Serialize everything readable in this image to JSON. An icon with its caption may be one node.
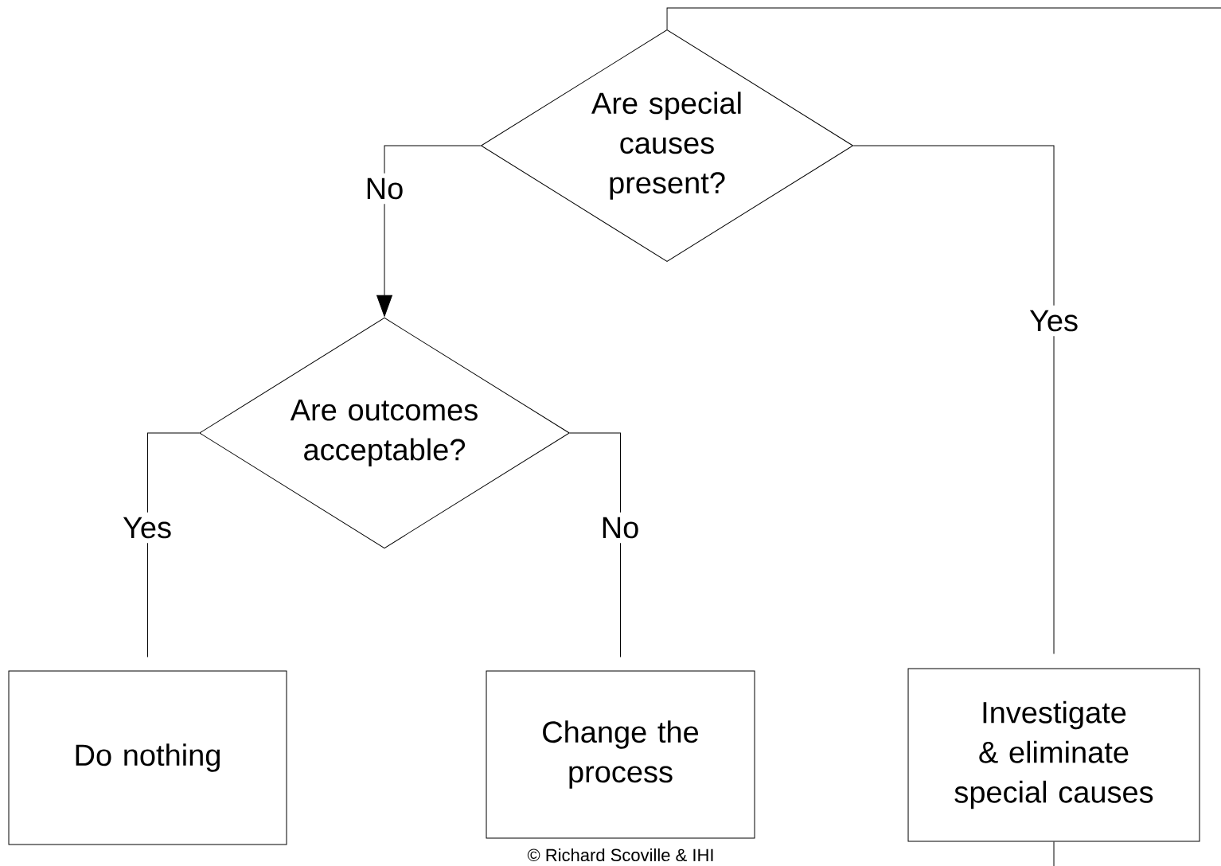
{
  "diagram": {
    "nodes": [
      {
        "text": [
          "Are special causes present?"
        ]
      },
      {
        "text": [
          "Are outcomes acceptable?"
        ]
      },
      {
        "text": [
          "Do nothing"
        ]
      },
      {
        "text": [
          "Change the process"
        ]
      },
      {
        "text": [
          "Investigate & eliminate special causes"
        ]
      }
    ],
    "edges": [
      {
        "from": null,
        "to": 0,
        "arrow": "none"
      },
      {
        "from": 0,
        "to": 1,
        "label": "No",
        "arrow": "to"
      },
      {
        "from": 0,
        "to": 4,
        "label": "Yes",
        "arrow": "none"
      },
      {
        "from": 1,
        "to": 2,
        "label": "Yes",
        "arrow": "none"
      },
      {
        "from": 1,
        "to": 3,
        "label": "No",
        "arrow": "none"
      },
      {
        "from": 4,
        "to": null,
        "arrow": "none"
      }
    ],
    "labels": [
      "© Richard Scoville & IHI"
    ]
  }
}
